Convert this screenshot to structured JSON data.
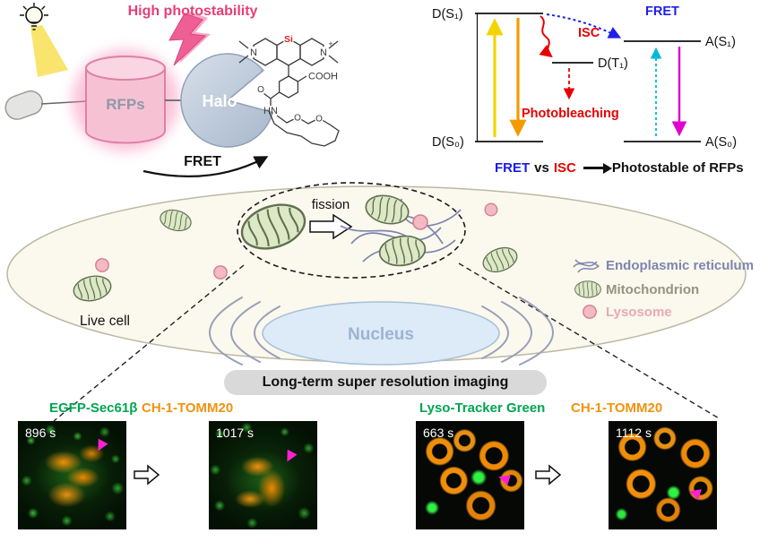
{
  "header": {
    "high_photostability": "High photostability"
  },
  "probe": {
    "rfps_label": "RFPs",
    "halo_label": "Halo",
    "fret_label": "FRET",
    "atoms": {
      "n_left": "N",
      "n_right": "N",
      "plus": "+",
      "si": "Si",
      "cooh": "COOH",
      "hn": "HN",
      "o1": "O",
      "o2": "O",
      "o3": "O"
    }
  },
  "jablonski": {
    "d_s1": "D(S₁)",
    "d_s0": "D(S₀)",
    "d_t1": "D(T₁)",
    "a_s1": "A(S₁)",
    "a_s0": "A(S₀)",
    "fret_label": "FRET",
    "isc_label": "ISC",
    "photobleaching_label": "Photobleaching",
    "conclusion": {
      "fret": "FRET",
      "vs": "vs",
      "isc": "ISC",
      "rest": "Photostable of RFPs"
    }
  },
  "cell": {
    "live_cell_label": "Live cell",
    "fission_label": "fission",
    "nucleus_label": "Nucleus",
    "legend": {
      "endoplasmic_reticulum": "Endoplasmic reticulum",
      "mitochondrion": "Mitochondrion",
      "lysosome": "Lysosome"
    }
  },
  "imaging": {
    "banner": "Long-term super resolution imaging",
    "channel_labels": {
      "egfp_sec61b": "EGFP-Sec61β",
      "ch1_tomm20_left": "CH-1-TOMM20",
      "lyso_tracker_green": "Lyso-Tracker Green",
      "ch1_tomm20_right": "CH-1-TOMM20"
    },
    "timestamps": {
      "img1": "896 s",
      "img2": "1017 s",
      "img3": "663 s",
      "img4": "1112 s"
    }
  },
  "icons": {
    "pointer_arrowhead": "▶"
  },
  "colors": {
    "accent_pink": "#e73e76",
    "fret_blue": "#1a1ae8",
    "isc_red": "#e80000",
    "green_channel": "#00a550",
    "orange_channel": "#f0930f",
    "pointer_magenta": "#ff1fd4",
    "er_blue_gray": "#7d86ae",
    "mitochondrion_gray": "#96937f",
    "lysosome_pink": "#e9a9b5"
  }
}
